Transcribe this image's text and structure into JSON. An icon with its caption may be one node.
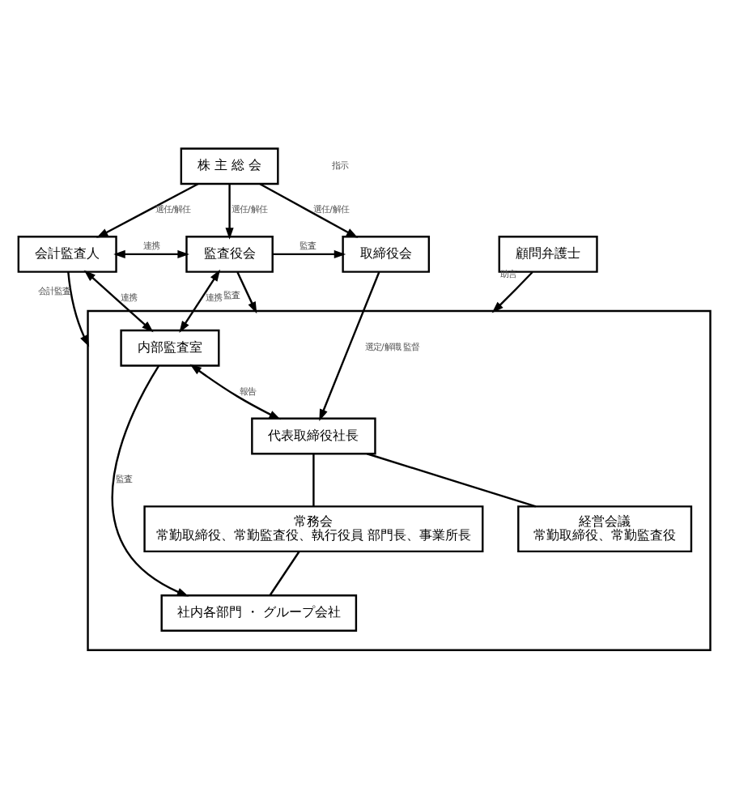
{
  "diagram": {
    "nodes": [
      {
        "text": [
          "株 主 総 会"
        ]
      },
      {
        "text": [
          "監査役会"
        ]
      },
      {
        "text": [
          "取締役会"
        ]
      },
      {
        "text": [
          "会計監査人"
        ]
      },
      {
        "text": [
          "顧問弁護士"
        ]
      },
      {
        "text": [],
        "shape": "box"
      },
      {
        "text": [
          "代表取締役社長"
        ],
        "in": 5
      },
      {
        "text": [
          "経営会議",
          "常勤取締役、常勤監査役"
        ],
        "in": 5
      },
      {
        "text": [
          "内部監査室"
        ],
        "in": 5
      },
      {
        "text": [
          "常務会",
          "常勤取締役、常勤監査役、執行役員 部門長、事業所長"
        ],
        "in": 5
      },
      {
        "text": [
          "社内各部門 ・ グループ会社"
        ],
        "in": 5
      }
    ],
    "edges": [
      {
        "from": 0,
        "to": 1,
        "arrow": "to",
        "label": "選任/解任"
      },
      {
        "from": 0,
        "to": 2,
        "arrow": "to",
        "label": "選任/解任"
      },
      {
        "from": 0,
        "to": 3,
        "arrow": "to",
        "label": "選任/解任"
      },
      {
        "from": 1,
        "to": 2,
        "arrow": "to",
        "label": "監査"
      },
      {
        "from": 1,
        "to": 3,
        "arrow": "both",
        "label": "連携"
      },
      {
        "from": 1,
        "to": 5,
        "arrow": "to",
        "label": "監査"
      },
      {
        "from": 3,
        "to": 5,
        "arrow": "to",
        "label": "会計監査"
      },
      {
        "from": 4,
        "to": 5,
        "arrow": "to",
        "label": "助言"
      },
      {
        "from": 2,
        "to": 6,
        "arrow": "to",
        "label": "選定/解職 監督"
      },
      {
        "from": 1,
        "to": 8,
        "arrow": "both",
        "label": "連携"
      },
      {
        "from": 3,
        "to": 8,
        "arrow": "both",
        "label": "連携"
      },
      {
        "from": 8,
        "to": 6,
        "arrow": "both",
        "label": "報告"
      },
      {
        "from": 6,
        "to": 7,
        "arrow": "none"
      },
      {
        "from": 6,
        "to": 9,
        "arrow": "none"
      },
      {
        "from": 9,
        "to": 10,
        "arrow": "none"
      },
      {
        "from": 8,
        "to": 10,
        "arrow": "to",
        "label": "監査"
      }
    ],
    "labels": [
      "指示"
    ]
  }
}
